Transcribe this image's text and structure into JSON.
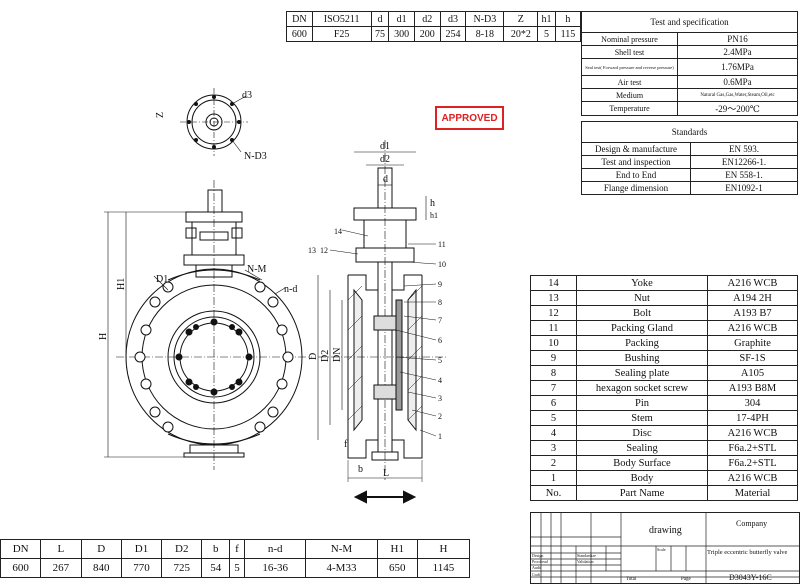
{
  "top_table": {
    "headers": [
      "DN",
      "ISO5211",
      "d",
      "d1",
      "d2",
      "d3",
      "N-D3",
      "Z",
      "h1",
      "h"
    ],
    "values": [
      "600",
      "F25",
      "75",
      "300",
      "200",
      "254",
      "8-18",
      "20*2",
      "5",
      "115"
    ]
  },
  "spec": {
    "title": "Test and specification",
    "rows": [
      {
        "label": "Nominal pressure",
        "value": "PN16"
      },
      {
        "label": "Shell test",
        "value": "2.4MPa"
      },
      {
        "label": "Seal test( Forward pressure and reverse pressure)",
        "value": "1.76MPa"
      },
      {
        "label": "Air test",
        "value": "0.6MPa"
      },
      {
        "label": "Medium",
        "value": "Natural Gas,Gas,Water,Steam,Oil,etc"
      },
      {
        "label": "Temperature",
        "value": "-29～200℃"
      }
    ]
  },
  "standards": {
    "title": "Standards",
    "rows": [
      {
        "label": "Design & manufacture",
        "value": "EN 593."
      },
      {
        "label": "Test and inspection",
        "value": "EN12266-1."
      },
      {
        "label": "End to End",
        "value": "EN 558-1."
      },
      {
        "label": "Flange dimension",
        "value": "EN1092-1"
      }
    ]
  },
  "stamp": "APPROVED",
  "parts": {
    "rows": [
      {
        "no": "14",
        "name": "Yoke",
        "material": "A216 WCB"
      },
      {
        "no": "13",
        "name": "Nut",
        "material": "A194 2H"
      },
      {
        "no": "12",
        "name": "Bolt",
        "material": "A193 B7"
      },
      {
        "no": "11",
        "name": "Packing Gland",
        "material": "A216 WCB"
      },
      {
        "no": "10",
        "name": "Packing",
        "material": "Graphite"
      },
      {
        "no": "9",
        "name": "Bushing",
        "material": "SF-1S"
      },
      {
        "no": "8",
        "name": "Sealing plate",
        "material": "A105"
      },
      {
        "no": "7",
        "name": "hexagon socket screw",
        "material": "A193 B8M"
      },
      {
        "no": "6",
        "name": "Pin",
        "material": "304"
      },
      {
        "no": "5",
        "name": "Stem",
        "material": "17-4PH"
      },
      {
        "no": "4",
        "name": "Disc",
        "material": "A216 WCB"
      },
      {
        "no": "3",
        "name": "Sealing",
        "material": "F6a.2+STL"
      },
      {
        "no": "2",
        "name": "Body Surface",
        "material": "F6a.2+STL"
      },
      {
        "no": "1",
        "name": "Body",
        "material": "A216 WCB"
      }
    ],
    "header": {
      "no": "No.",
      "name": "Part Name",
      "material": "Material"
    }
  },
  "title_block": {
    "drawing_label": "drawing",
    "company": "Company",
    "product": "Triple eccentric butterfly valve",
    "model": "D3043Y-16C",
    "small_labels": [
      "Design",
      "Proofread",
      "Audit",
      "Craft",
      "Standardize",
      "Validation",
      "Scale",
      "Total",
      "Page"
    ]
  },
  "bottom_table": {
    "headers": [
      "DN",
      "L",
      "D",
      "D1",
      "D2",
      "b",
      "f",
      "n-d",
      "N-M",
      "H1",
      "H"
    ],
    "values": [
      "600",
      "267",
      "840",
      "770",
      "725",
      "54",
      "5",
      "16-36",
      "4-M33",
      "650",
      "1145"
    ]
  },
  "drawing_labels": {
    "d3": "d3",
    "z": "Z",
    "nd3": "N-D3",
    "d1": "d1",
    "d2": "d2",
    "d": "d",
    "h": "h",
    "h1": "h1",
    "D1": "D1",
    "NM": "N-M",
    "nd": "n-d",
    "H1": "H1",
    "H": "H",
    "D": "D",
    "D2": "D2",
    "DN": "DN",
    "f": "f",
    "b": "b",
    "L": "L",
    "callouts": [
      "14",
      "13",
      "12",
      "11",
      "10",
      "9",
      "8",
      "7",
      "6",
      "5",
      "4",
      "3",
      "2",
      "1"
    ]
  }
}
